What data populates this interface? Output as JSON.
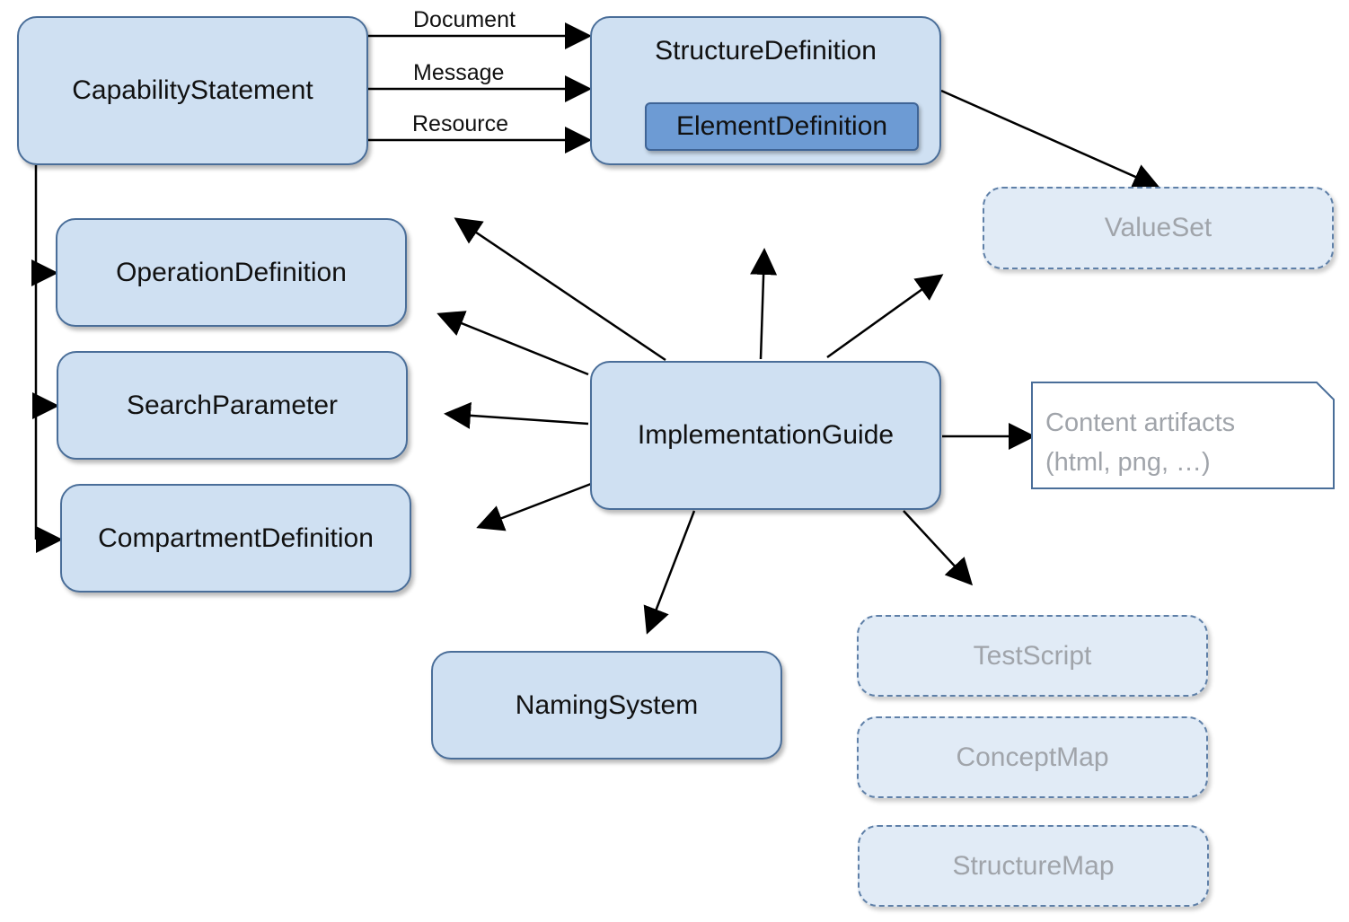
{
  "nodes": {
    "capability_statement": "CapabilityStatement",
    "structure_definition": "StructureDefinition",
    "element_definition": "ElementDefinition",
    "value_set": "ValueSet",
    "operation_definition": "OperationDefinition",
    "search_parameter": "SearchParameter",
    "compartment_definition": "CompartmentDefinition",
    "implementation_guide": "ImplementationGuide",
    "naming_system": "NamingSystem",
    "test_script": "TestScript",
    "concept_map": "ConceptMap",
    "structure_map": "StructureMap"
  },
  "edge_labels": {
    "document": "Document",
    "message": "Message",
    "resource": "Resource"
  },
  "content_artifacts": {
    "line1": "Content artifacts",
    "line2": "(html, png, …)"
  },
  "colors": {
    "node_fill": "#cfe0f2",
    "node_border": "#4a6e99",
    "inner_fill": "#6d9bd4",
    "dashed_fill": "#e1ebf6",
    "faded_text": "#a0a4aa",
    "arrow": "#000000"
  }
}
